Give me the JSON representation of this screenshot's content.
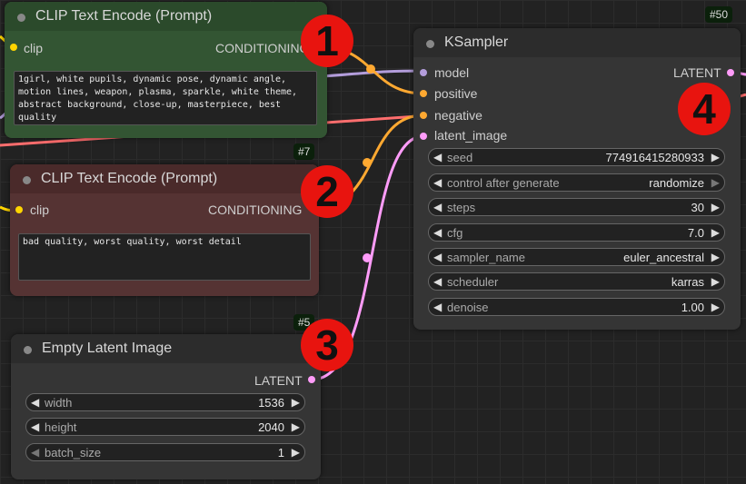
{
  "nodes": {
    "clip_pos": {
      "title": "CLIP Text Encode (Prompt)",
      "input_label": "clip",
      "output_label": "CONDITIONING",
      "text": "1girl, white pupils, dynamic pose, dynamic angle, motion lines, weapon, plasma, sparkle, white theme, abstract background, close-up, masterpiece, best quality",
      "badge": "#7"
    },
    "clip_neg": {
      "title": "CLIP Text Encode (Prompt)",
      "input_label": "clip",
      "output_label": "CONDITIONING",
      "text": "bad quality, worst quality, worst detail",
      "badge": "#5"
    },
    "latent": {
      "title": "Empty Latent Image",
      "output_label": "LATENT",
      "widgets": [
        {
          "label": "width",
          "value": "1536"
        },
        {
          "label": "height",
          "value": "2040"
        },
        {
          "label": "batch_size",
          "value": "1"
        }
      ]
    },
    "ksampler": {
      "title": "KSampler",
      "badge": "#50",
      "inputs": [
        "model",
        "positive",
        "negative",
        "latent_image"
      ],
      "output_label": "LATENT",
      "widgets": [
        {
          "label": "seed",
          "value": "774916415280933"
        },
        {
          "label": "control after generate",
          "value": "randomize"
        },
        {
          "label": "steps",
          "value": "30"
        },
        {
          "label": "cfg",
          "value": "7.0"
        },
        {
          "label": "sampler_name",
          "value": "euler_ancestral"
        },
        {
          "label": "scheduler",
          "value": "karras"
        },
        {
          "label": "denoise",
          "value": "1.00"
        }
      ]
    }
  },
  "markers": [
    "1",
    "2",
    "3",
    "4"
  ],
  "icons": {
    "arrow_left": "◀",
    "arrow_right": "▶"
  },
  "colors": {
    "wire_conditioning": "#ffa931",
    "wire_latent": "#ff9cf9",
    "wire_model": "#b39ddb",
    "wire_clip": "#ffd500",
    "wire_red": "#ff6e6e",
    "marker": "#e8140f"
  }
}
